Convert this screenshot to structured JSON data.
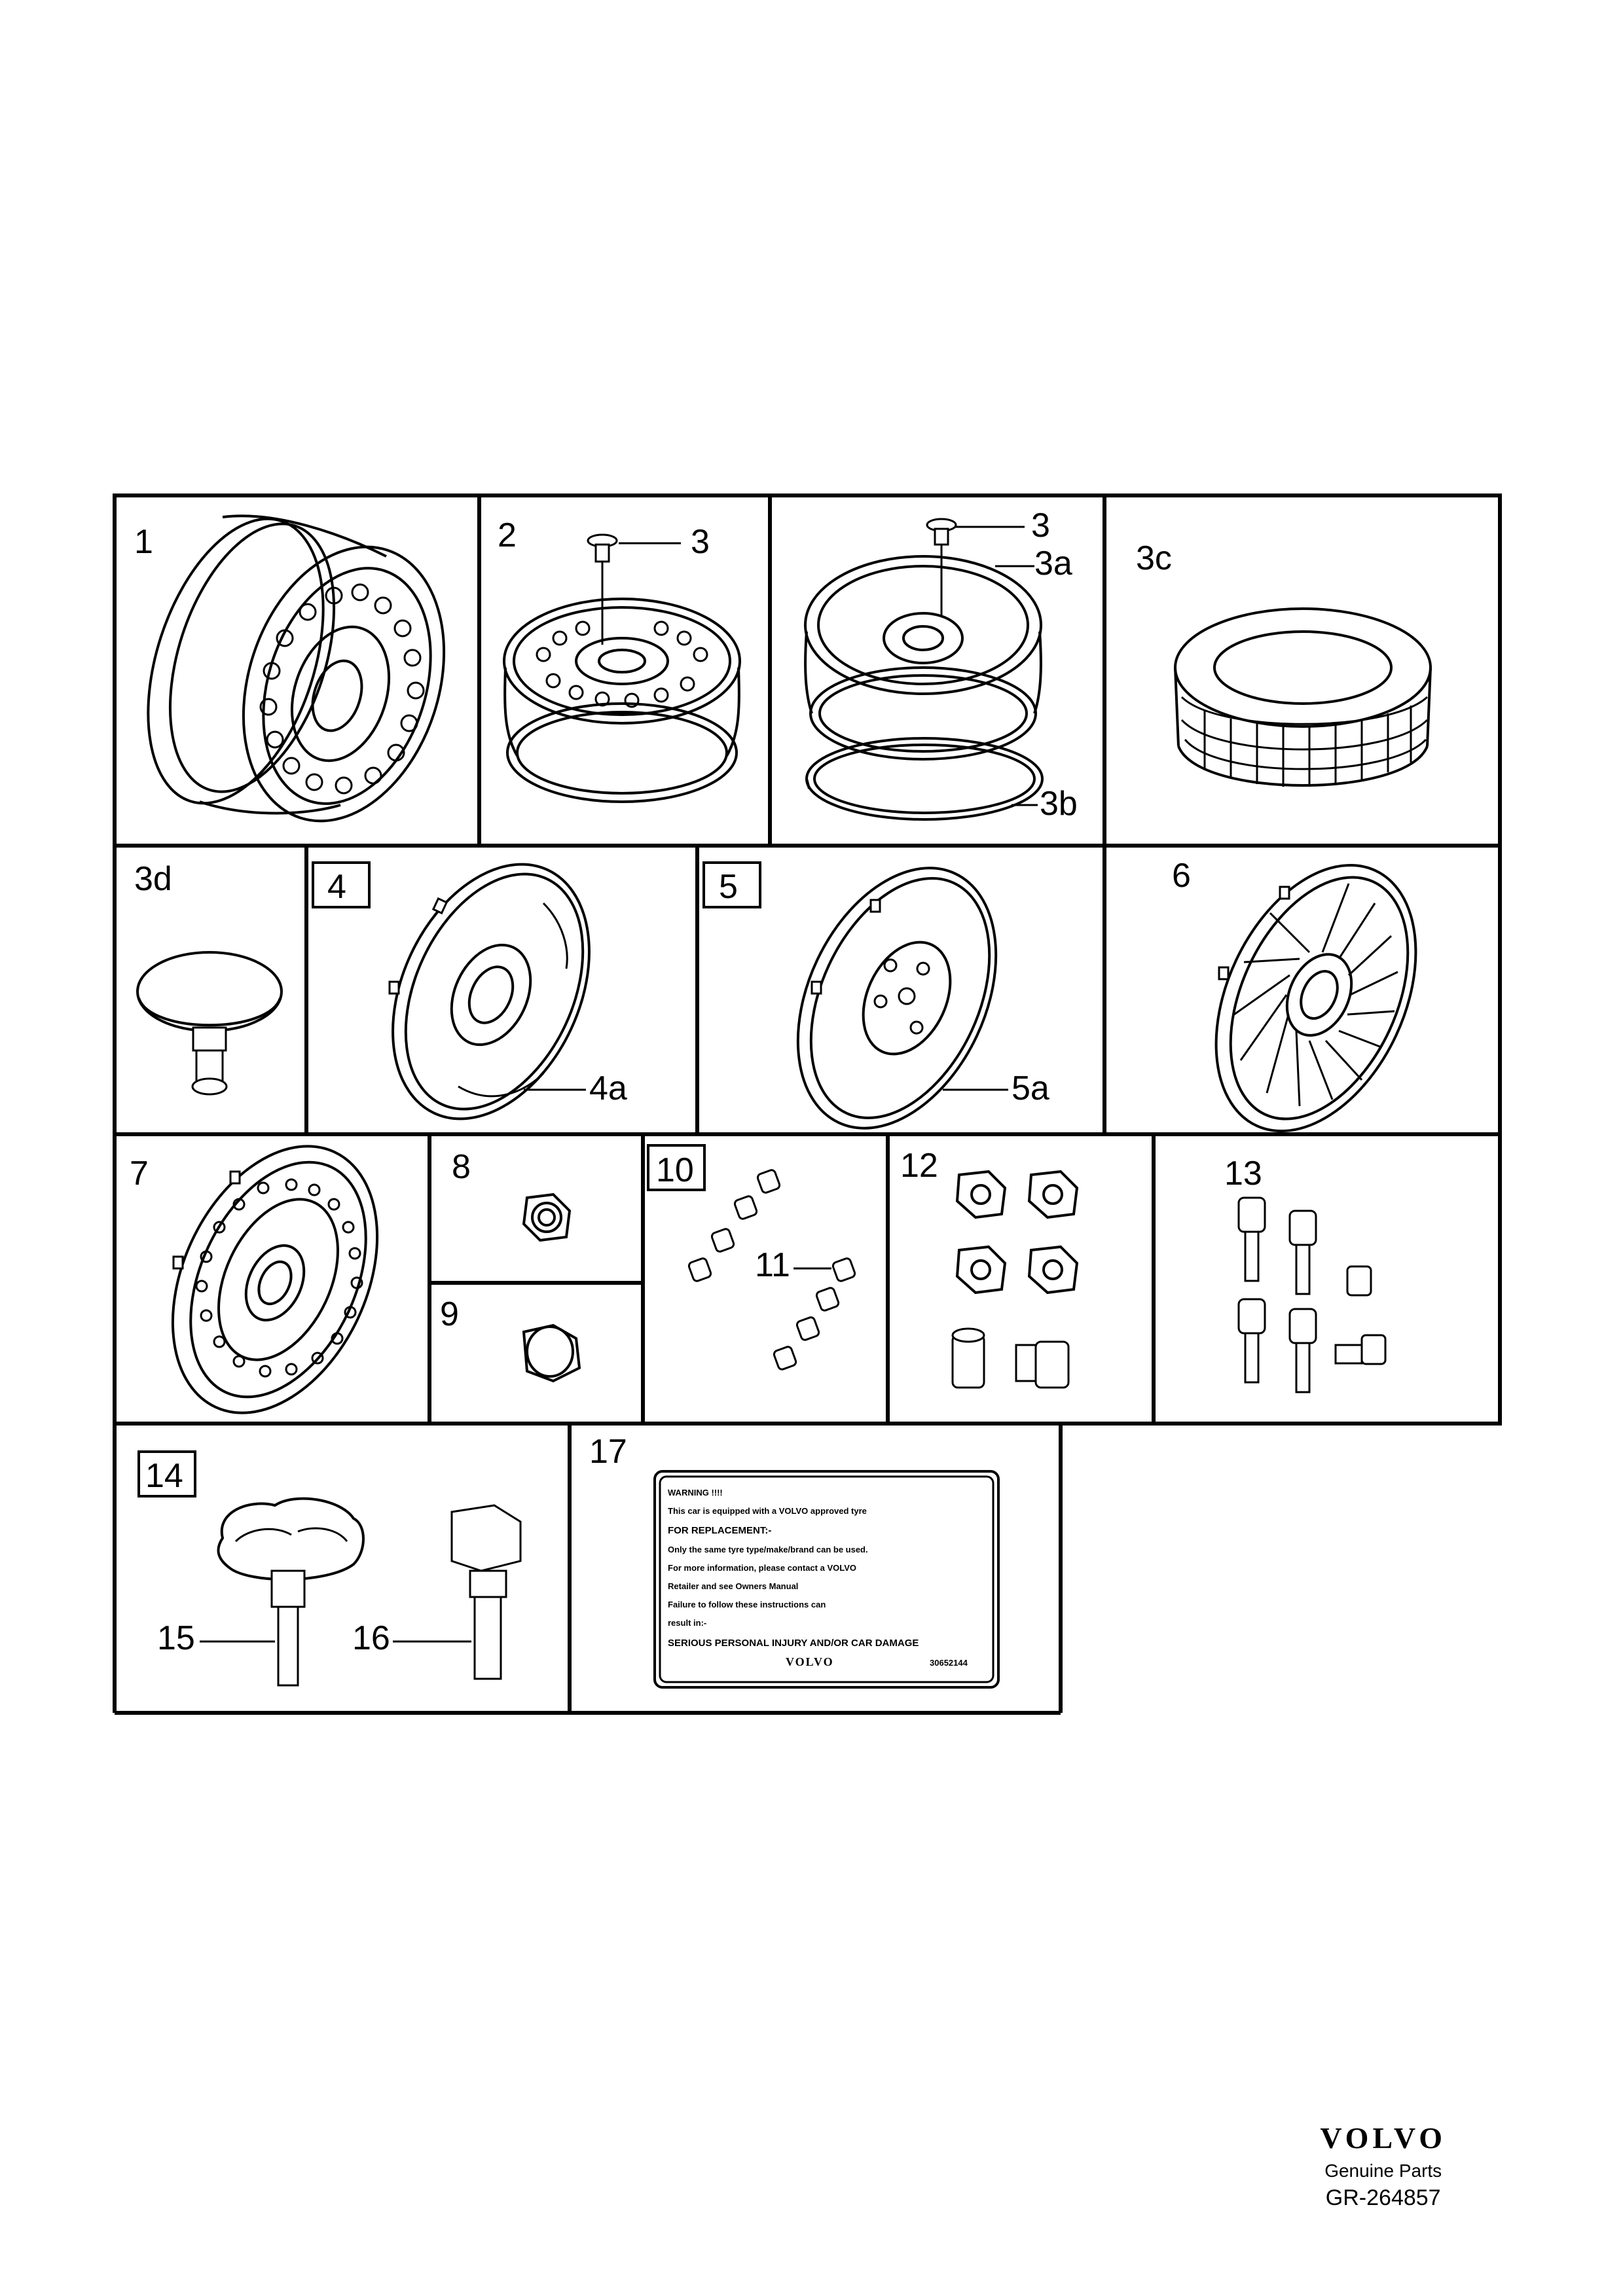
{
  "callouts": {
    "c1": "1",
    "c2": "2",
    "c3_left": "3",
    "c3_right": "3",
    "c3a": "3a",
    "c3b": "3b",
    "c3c": "3c",
    "c3d": "3d",
    "c4": "4",
    "c4a": "4a",
    "c5": "5",
    "c5a": "5a",
    "c6": "6",
    "c7": "7",
    "c8": "8",
    "c9": "9",
    "c10": "10",
    "c11": "11",
    "c12": "12",
    "c13": "13",
    "c14": "14",
    "c15": "15",
    "c16": "16",
    "c17": "17"
  },
  "warning_label": {
    "lines": [
      "WARNING !!!!",
      "This car is equipped with a VOLVO approved tyre",
      "FOR REPLACEMENT:-",
      "Only the same tyre type/make/brand can be used.",
      "For more information, please contact a VOLVO",
      "Retailer and see Owners Manual",
      "Failure to follow these instructions can",
      "result in:-",
      "SERIOUS PERSONAL INJURY AND/OR CAR DAMAGE"
    ],
    "brand": "VOLVO",
    "part_number": "30652144"
  },
  "footer": {
    "brand": "VOLVO",
    "tagline": "Genuine Parts",
    "code": "GR-264857"
  }
}
